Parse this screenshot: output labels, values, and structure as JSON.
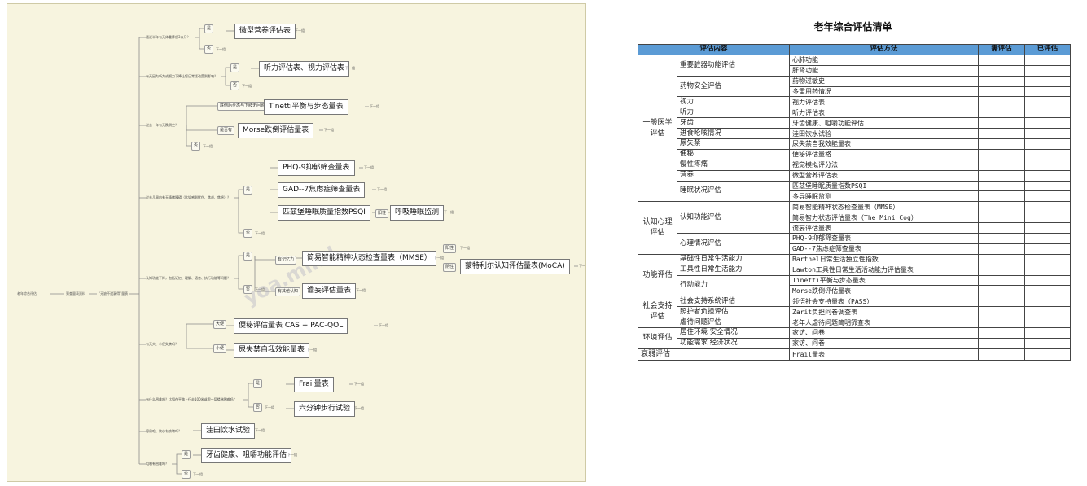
{
  "mindmap": {
    "root": "老年综合评估",
    "root_mid": "筛查量表资料",
    "root_right": "“无缺不遗漏得”量表",
    "watermark": "yoa.mind",
    "next": "下一组",
    "questions": [
      {
        "q": "最近半年有无体重降低3公斤？",
        "yes": "是",
        "no": "否",
        "boxes": [
          "微型营养评估表"
        ]
      },
      {
        "q": "有无因为听力或视力下降让您日常活动受到影响？",
        "yes": "是",
        "no": "否",
        "boxes": [
          "听力评估表、视力评估表"
        ]
      },
      {
        "q": "过去一年有无跌倒史？",
        "tags": [
          "跌倒后步态与下肢无问题",
          "是否有"
        ],
        "no": "否",
        "boxes": [
          "Tinetti平衡与步态量表",
          "Morse跌倒评估量表"
        ]
      },
      {
        "q": "过去几周内有无情绪障碍（比如感到忧伤、焦虑、焦虑）？",
        "yes": "是",
        "no": "否",
        "boxes": [
          "PHQ-9抑郁筛查量表",
          "GAD--7焦虑症筛查量表",
          "匹兹堡睡眠质量指数PSQI",
          "呼吸睡眠监测"
        ],
        "extra_tag": "阳性"
      },
      {
        "q": "认知功能下降，包括记忆、理解、语言、执行功能等问题？",
        "yes": "是",
        "no": "否",
        "tags": [
          "有记忆力",
          "有其他认知"
        ],
        "boxes": [
          "简易智能精神状态检查量表（MMSE）",
          "谵妄评估量表",
          "蒙特利尔认知评估量表(MoCA)"
        ],
        "extra_tags": [
          "阳性",
          "阴性"
        ]
      },
      {
        "q": "有无大、小便失禁吗？",
        "tags": [
          "大便",
          "小便"
        ],
        "boxes": [
          "便秘评估量表 CAS + PAC-QOL",
          "尿失禁自我效能量表"
        ]
      },
      {
        "q": "有什么困难吗？比如在平路上行走100米或爬一层楼梯困难吗？",
        "yes": "是",
        "no": "否",
        "boxes": [
          "Frail量表",
          "六分钟步行试验"
        ]
      },
      {
        "q": "容易呛、饮水有咳嗽吗？",
        "boxes": [
          "洼田饮水试验"
        ]
      },
      {
        "q": "咀嚼有困难吗？",
        "yes": "是",
        "no": "否",
        "boxes": [
          "牙齿健康、咀嚼功能评估"
        ]
      }
    ]
  },
  "table": {
    "title": "老年综合评估清单",
    "headers": [
      "评估内容",
      "评估方法",
      "需评估",
      "已评估"
    ],
    "rows": [
      {
        "cat": "一般医学评估",
        "item": "重要脏器功能评估",
        "methods": [
          "心肺功能",
          "肝肾功能"
        ]
      },
      {
        "item": "药物安全评估",
        "methods": [
          "药物过敏史",
          "多重用药情况"
        ]
      },
      {
        "item": "视力",
        "methods": [
          "视力评估表"
        ]
      },
      {
        "item": "听力",
        "methods": [
          "听力评估表"
        ]
      },
      {
        "item": "牙齿",
        "methods": [
          "牙齿健康、咀嚼功能评估"
        ]
      },
      {
        "item": "进食呛咳情况",
        "methods": [
          "洼田饮水试验"
        ]
      },
      {
        "item": "尿失禁",
        "methods": [
          "尿失禁自我效能量表"
        ]
      },
      {
        "item": "便秘",
        "methods": [
          "便秘评估量格"
        ]
      },
      {
        "item": "慢性疼痛",
        "methods": [
          "视觉模拟评分法"
        ]
      },
      {
        "item": "营养",
        "methods": [
          "微型营养评估表"
        ]
      },
      {
        "item": "睡眠状况评估",
        "methods": [
          "匹兹堡睡眠质量指数PSQI",
          "多导睡眠监测"
        ]
      },
      {
        "cat": "认知心理评估",
        "item": "认知功能评估",
        "methods": [
          "简易智能精神状态检查量表（MMSE）",
          "简易智力状态评估量表（The Mini Cog）",
          "谵妄评估量表"
        ]
      },
      {
        "item": "心理情况评估",
        "methods": [
          "PHQ-9抑郁筛查量表",
          "GAD--7焦虑症筛查量表"
        ]
      },
      {
        "cat": "功能评估",
        "item": "基础性日常生活能力",
        "methods": [
          "Barthel日常生活独立性指数"
        ]
      },
      {
        "item": "工具性日常生活能力",
        "methods": [
          "Lawton工具性日常生活活动能力评估量表"
        ]
      },
      {
        "item": "行动能力",
        "methods": [
          "Tinetti平衡与步态量表",
          "Morse跌倒评估量表"
        ]
      },
      {
        "cat": "社会支持评估",
        "item": "社会支持系统评估",
        "methods": [
          "领悟社会支持量表（PASS）"
        ]
      },
      {
        "item": "照护者负担评估",
        "methods": [
          "Zarit负担问卷调查表"
        ]
      },
      {
        "item": "虐待问题评估",
        "methods": [
          "老年人虐待问题简明筛查表"
        ]
      },
      {
        "cat": "环境评估",
        "item": "居住环境 安全情况",
        "methods": [
          "家访、问卷"
        ]
      },
      {
        "item": "功能需求 经济状况",
        "methods": [
          "家访、问卷"
        ]
      },
      {
        "cat": "衰弱评估",
        "item": "",
        "methods": [
          "Frail量表"
        ]
      }
    ]
  }
}
